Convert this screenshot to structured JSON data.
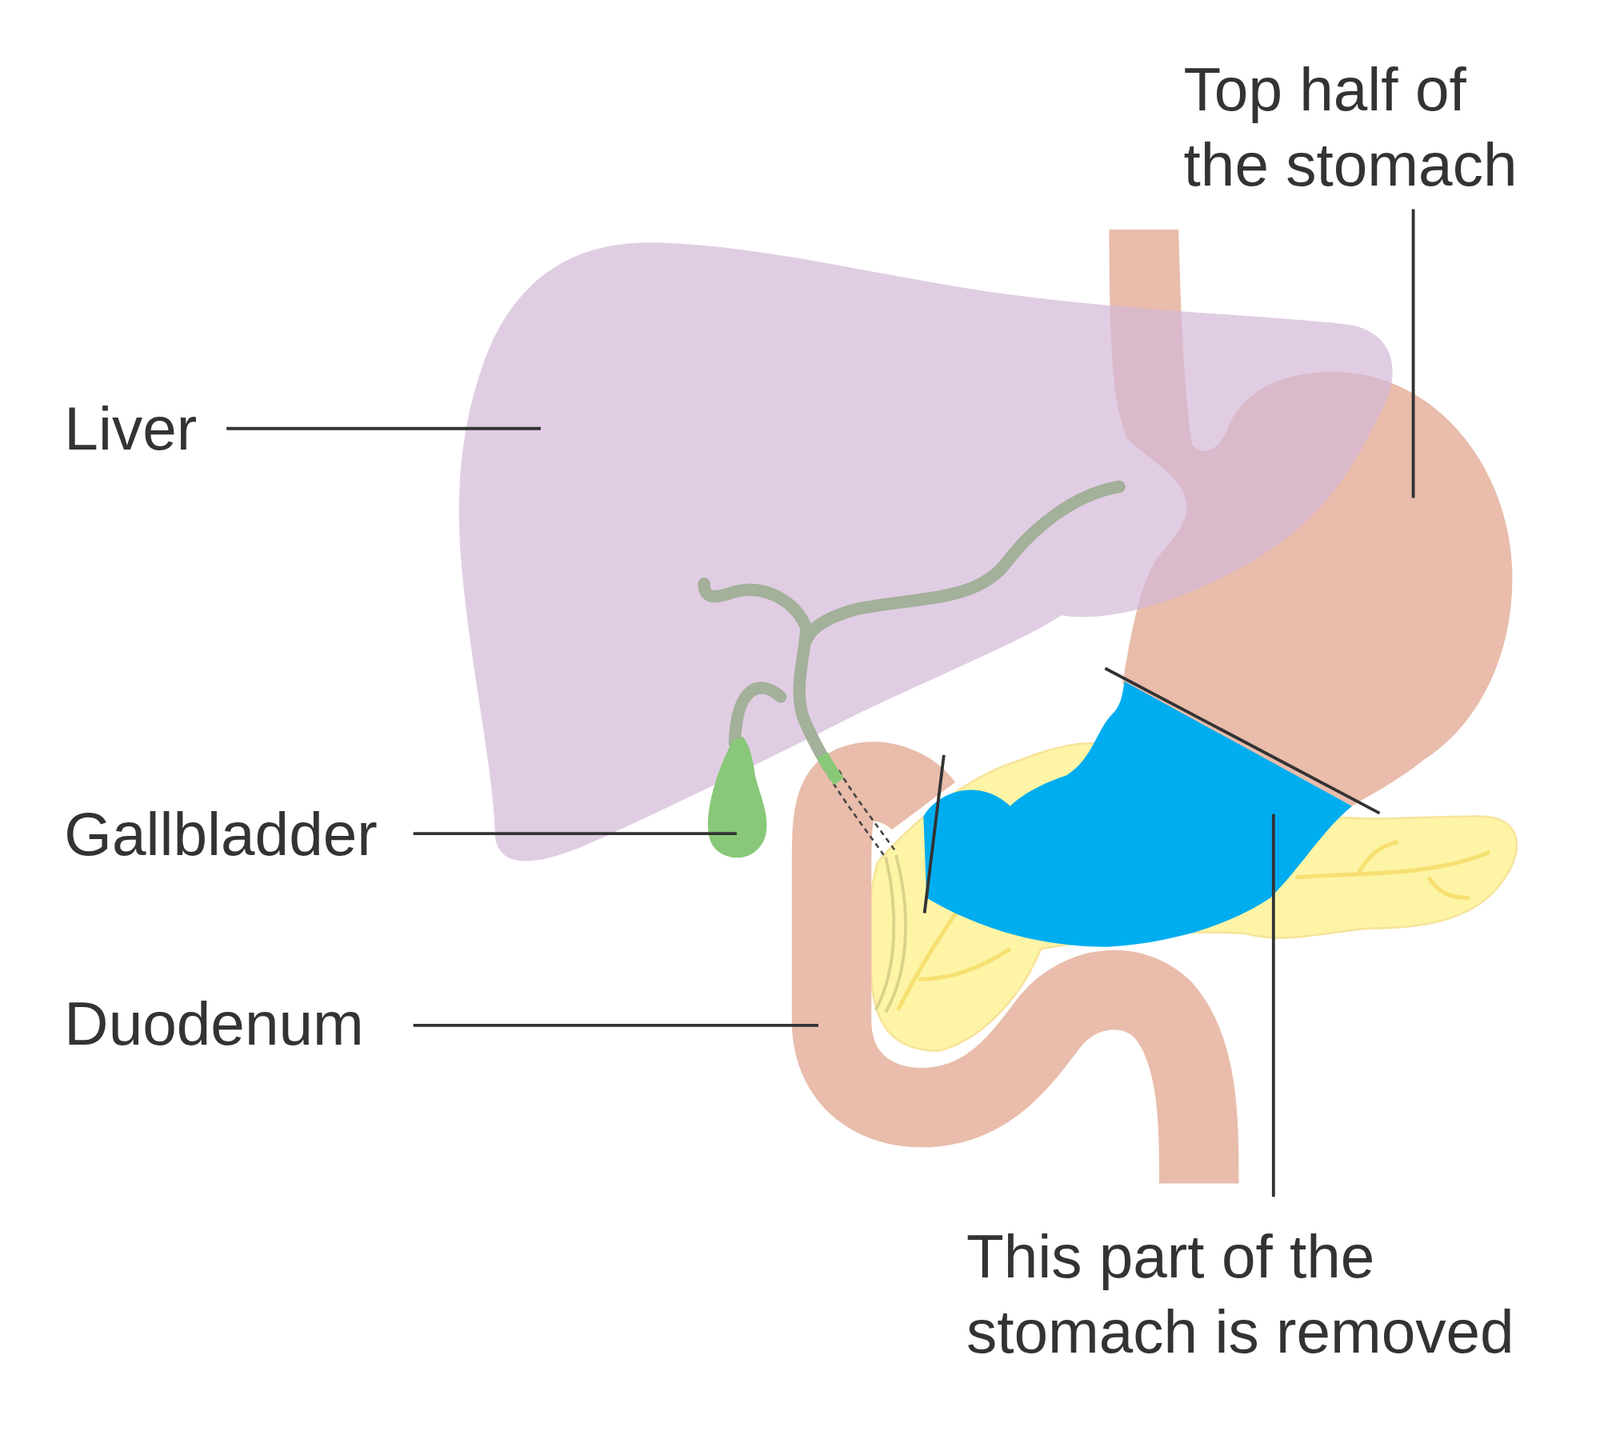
{
  "diagram": {
    "labels": [
      "Top half of the stomach",
      "Liver",
      "Gallbladder",
      "Duodenum",
      "This part of the stomach is removed"
    ]
  }
}
